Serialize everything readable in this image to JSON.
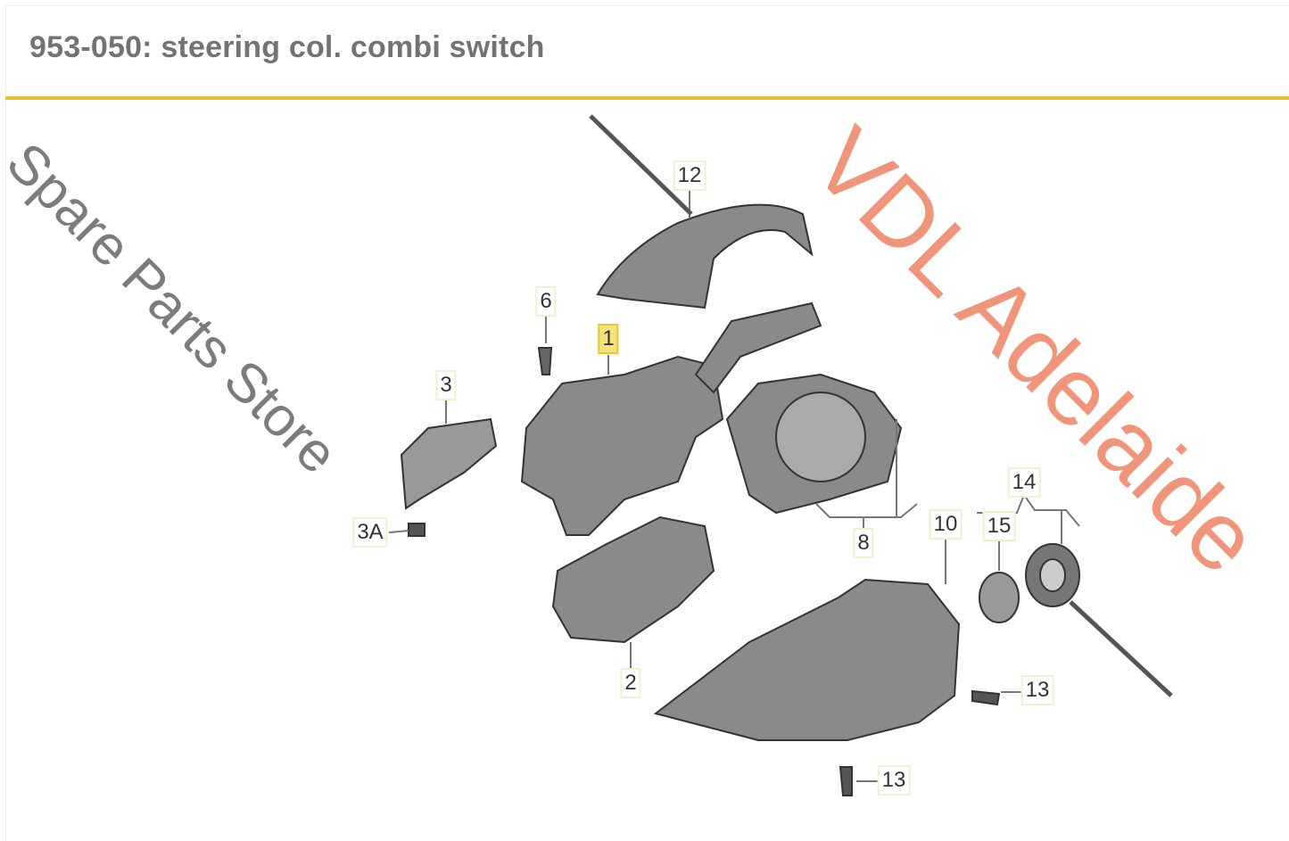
{
  "header": {
    "title": "953-050: steering col. combi switch"
  },
  "accent_color": "#e8c22e",
  "callouts": [
    {
      "id": "12",
      "label": "12"
    },
    {
      "id": "6",
      "label": "6"
    },
    {
      "id": "1",
      "label": "1",
      "highlighted": true
    },
    {
      "id": "3",
      "label": "3"
    },
    {
      "id": "3A",
      "label": "3A"
    },
    {
      "id": "8",
      "label": "8"
    },
    {
      "id": "10",
      "label": "10"
    },
    {
      "id": "15",
      "label": "15"
    },
    {
      "id": "14",
      "label": "14"
    },
    {
      "id": "2",
      "label": "2"
    },
    {
      "id": "13a",
      "label": "13"
    },
    {
      "id": "13b",
      "label": "13"
    }
  ],
  "watermark": {
    "line1": "VDL Adelaide",
    "line2": "Spare Parts Store"
  }
}
